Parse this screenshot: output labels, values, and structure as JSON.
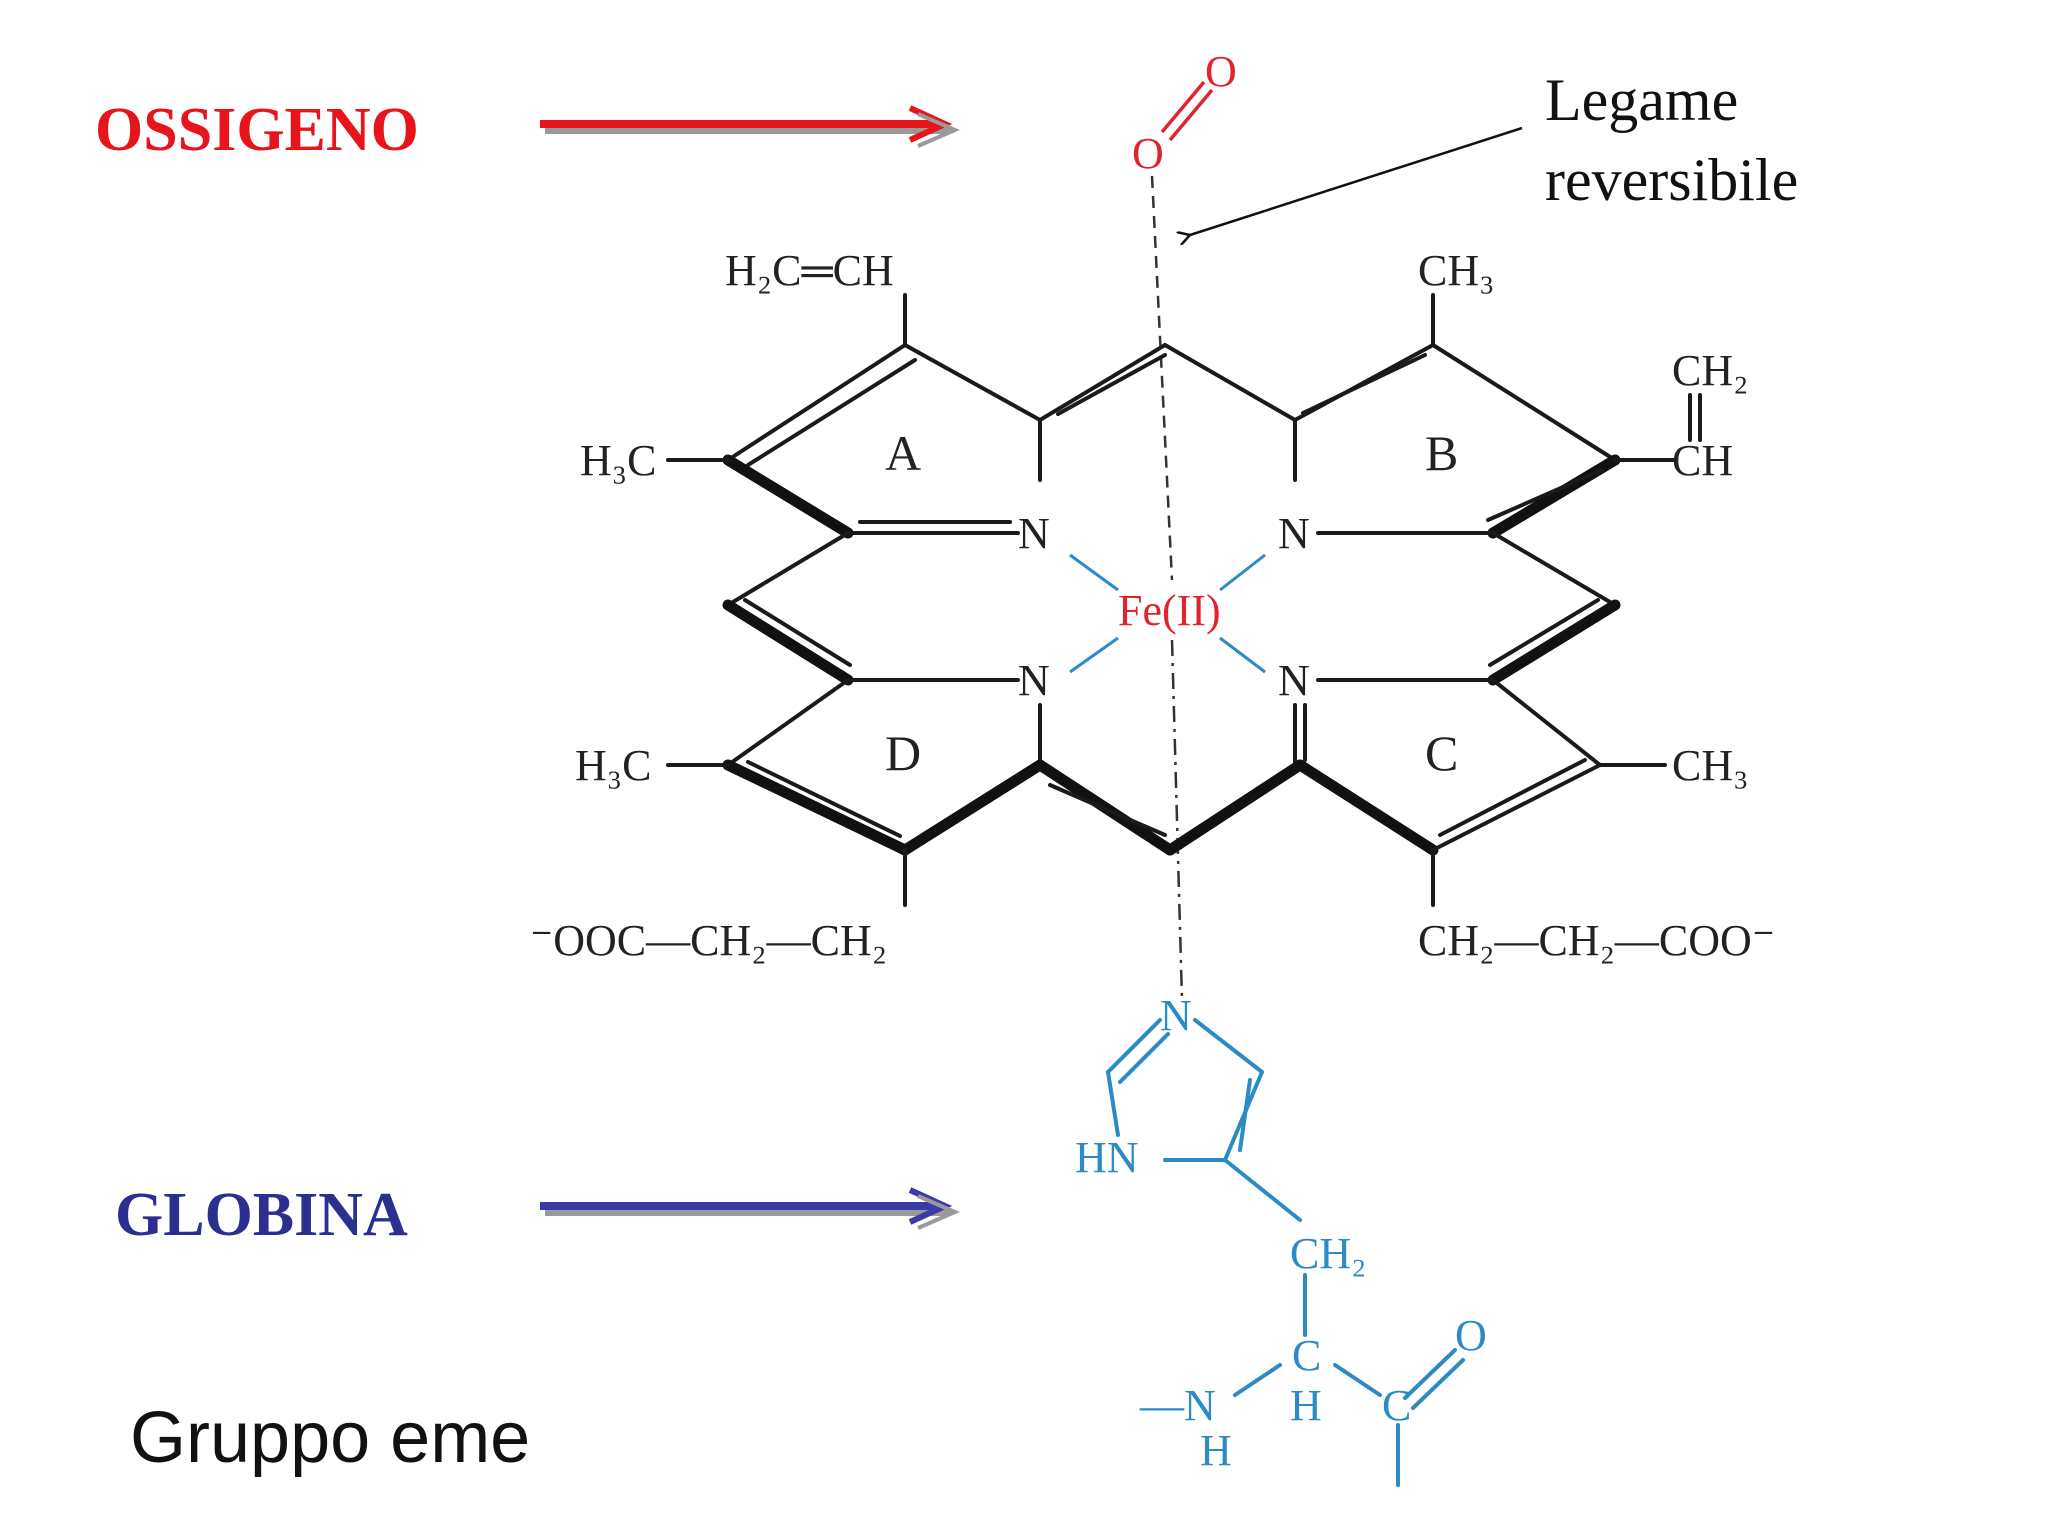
{
  "labels": {
    "oxygen": "OSSIGENO",
    "globin": "GLOBINA",
    "note_line1": "Legame",
    "note_line2": "reversibile",
    "caption": "Gruppo eme"
  },
  "rings": [
    "A",
    "B",
    "C",
    "D"
  ],
  "atoms": {
    "o2_top": "O",
    "o2_bottom": "O",
    "fe": "Fe(II)",
    "n": "N",
    "vinyl_a": "H₂C═CH",
    "ch3_b": "CH₃",
    "ch2_b": "CH₂",
    "ch_b": "CH",
    "h3c_a": "H₃C",
    "h3c_d": "H₃C",
    "ch3_c": "CH₃",
    "prop_left": "⁻OOC—CH₂—CH₂",
    "prop_right": "CH₂—CH₂—COO⁻",
    "his_n": "N",
    "his_hn": "HN",
    "his_ch2": "CH₂",
    "his_c": "C",
    "his_h": "H",
    "his_n_backbone": "—N",
    "his_h_backbone": "H",
    "his_c_carbonyl": "C",
    "his_o": "O"
  },
  "colors": {
    "oxygen_label": "#e8141b",
    "oxygen_arrow": "#e8141b",
    "globin_label": "#2b2f8f",
    "globin_arrow": "#3a3aa8",
    "fe": "#e0242f",
    "o2": "#e0242f",
    "histidine": "#2c8ac4",
    "coordination": "#2c8ac4"
  }
}
